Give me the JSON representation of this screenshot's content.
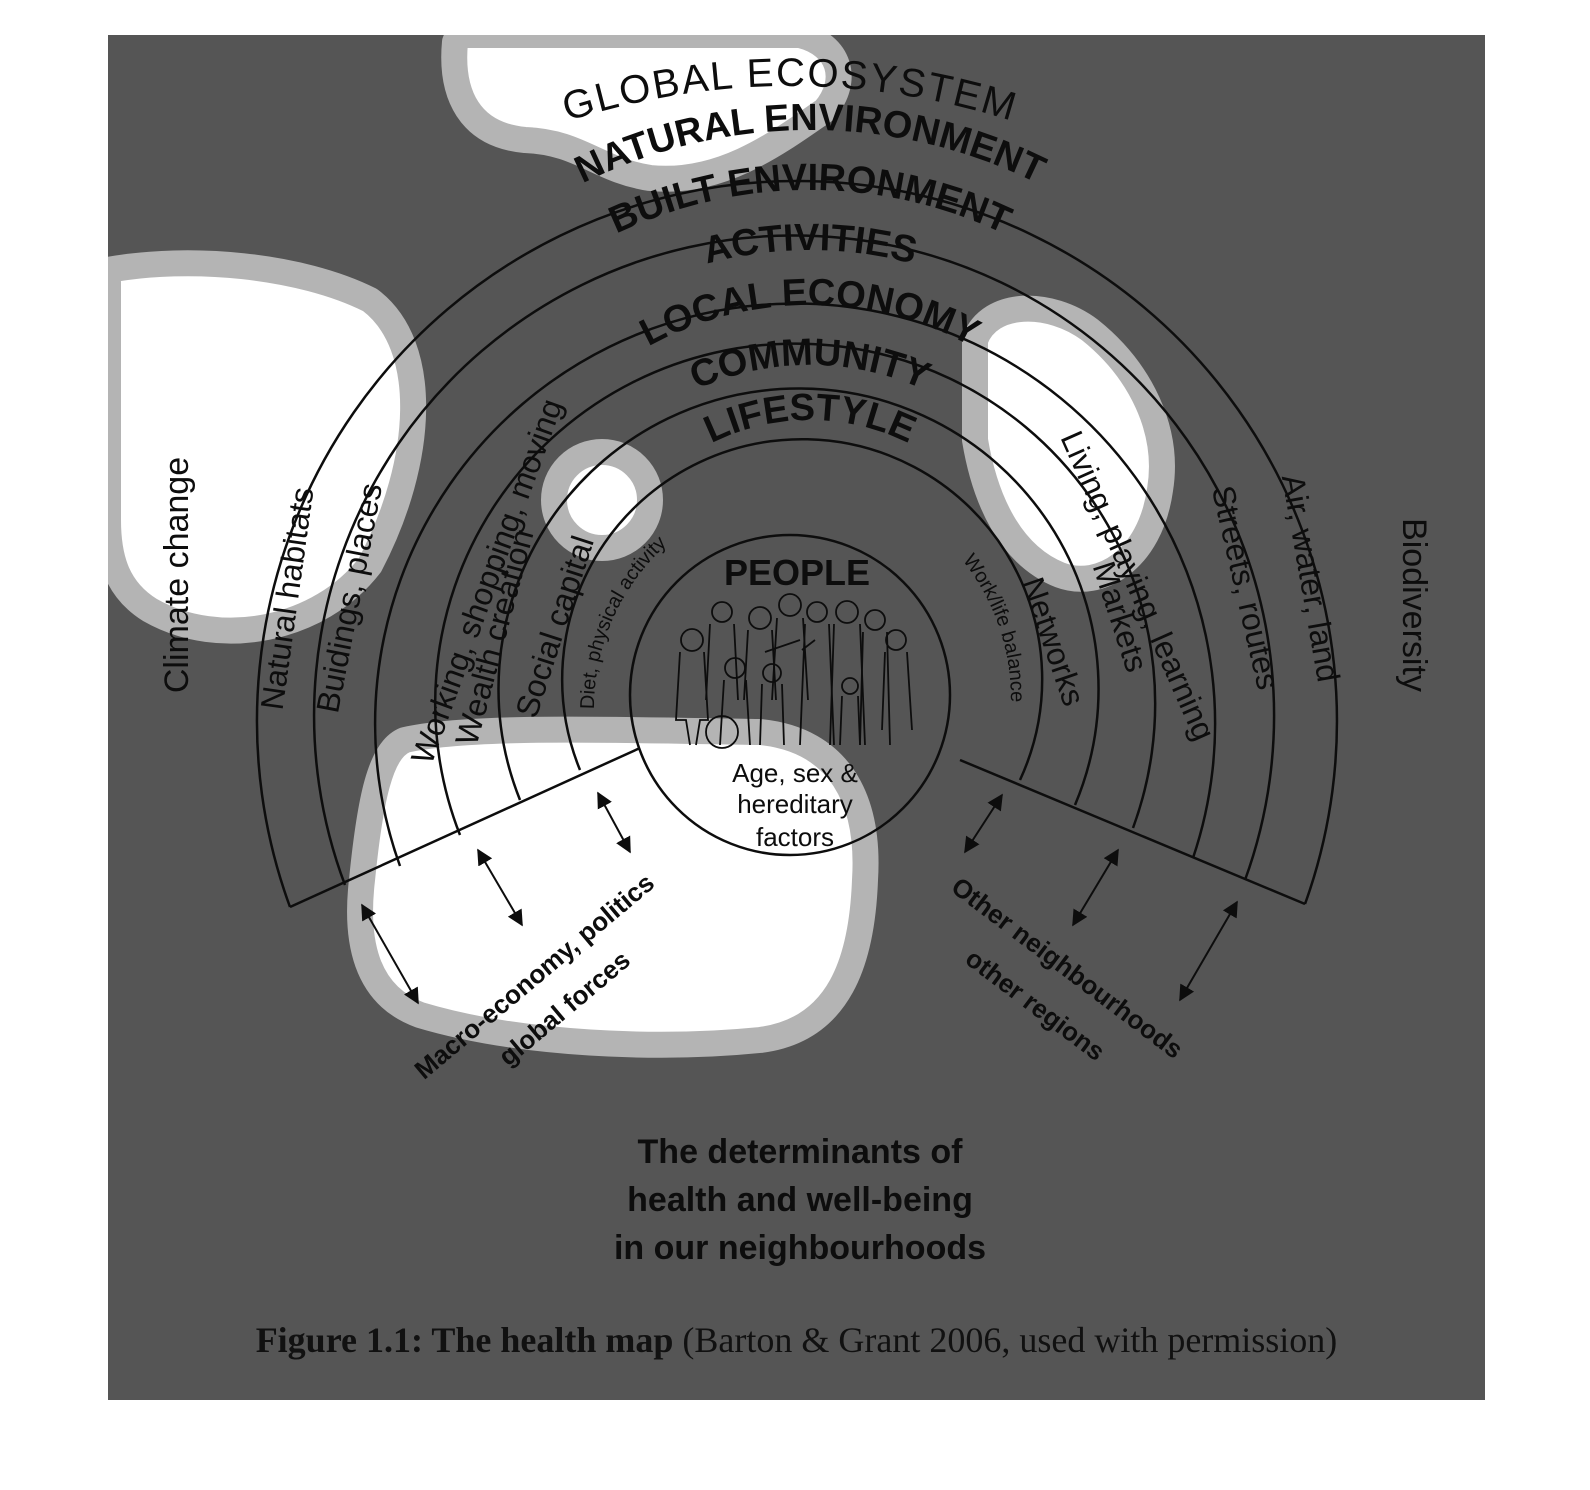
{
  "diagram": {
    "outer_labels": {
      "global_ecosystem": "GLOBAL ECOSYSTEM",
      "climate_change": "Climate change",
      "biodiversity": "Biodiversity"
    },
    "rings": {
      "natural_environment": {
        "title": "NATURAL ENVIRONMENT",
        "left": "Natural habitats",
        "right": "Air, water, land"
      },
      "built_environment": {
        "title": "BUILT ENVIRONMENT",
        "left": "Buidings, places",
        "right": "Streets, routes"
      },
      "activities": {
        "title": "ACTIVITIES",
        "left": "Working, shopping, moving",
        "right": "Living, playing, learning"
      },
      "local_economy": {
        "title": "LOCAL ECONOMY",
        "left": "Wealth creation",
        "right": "Markets"
      },
      "community": {
        "title": "COMMUNITY",
        "left": "Social capital",
        "right": "Networks"
      },
      "lifestyle": {
        "title": "LIFESTYLE",
        "left": "Diet, physical activity",
        "right": "Work/life balance"
      }
    },
    "core": {
      "title": "PEOPLE",
      "line1": "Age, sex &",
      "line2": "hereditary",
      "line3": "factors"
    },
    "bottom_left": {
      "line1": "Macro-economy, politics",
      "line2": "global forces"
    },
    "bottom_right": {
      "line1": "Other neighbourhoods",
      "line2": "other regions"
    },
    "heading": {
      "line1": "The determinants of",
      "line2": "health and well-being",
      "line3": "in our neighbourhoods"
    }
  },
  "caption": {
    "bold": "Figure 1.1: The health map",
    "rest": " (Barton & Grant 2006, used with permission)"
  },
  "colors": {
    "panel": "#555555",
    "ink": "#0d0d0d",
    "blob_fill": "#ffffff",
    "blob_halo": "#b4b4b4"
  }
}
